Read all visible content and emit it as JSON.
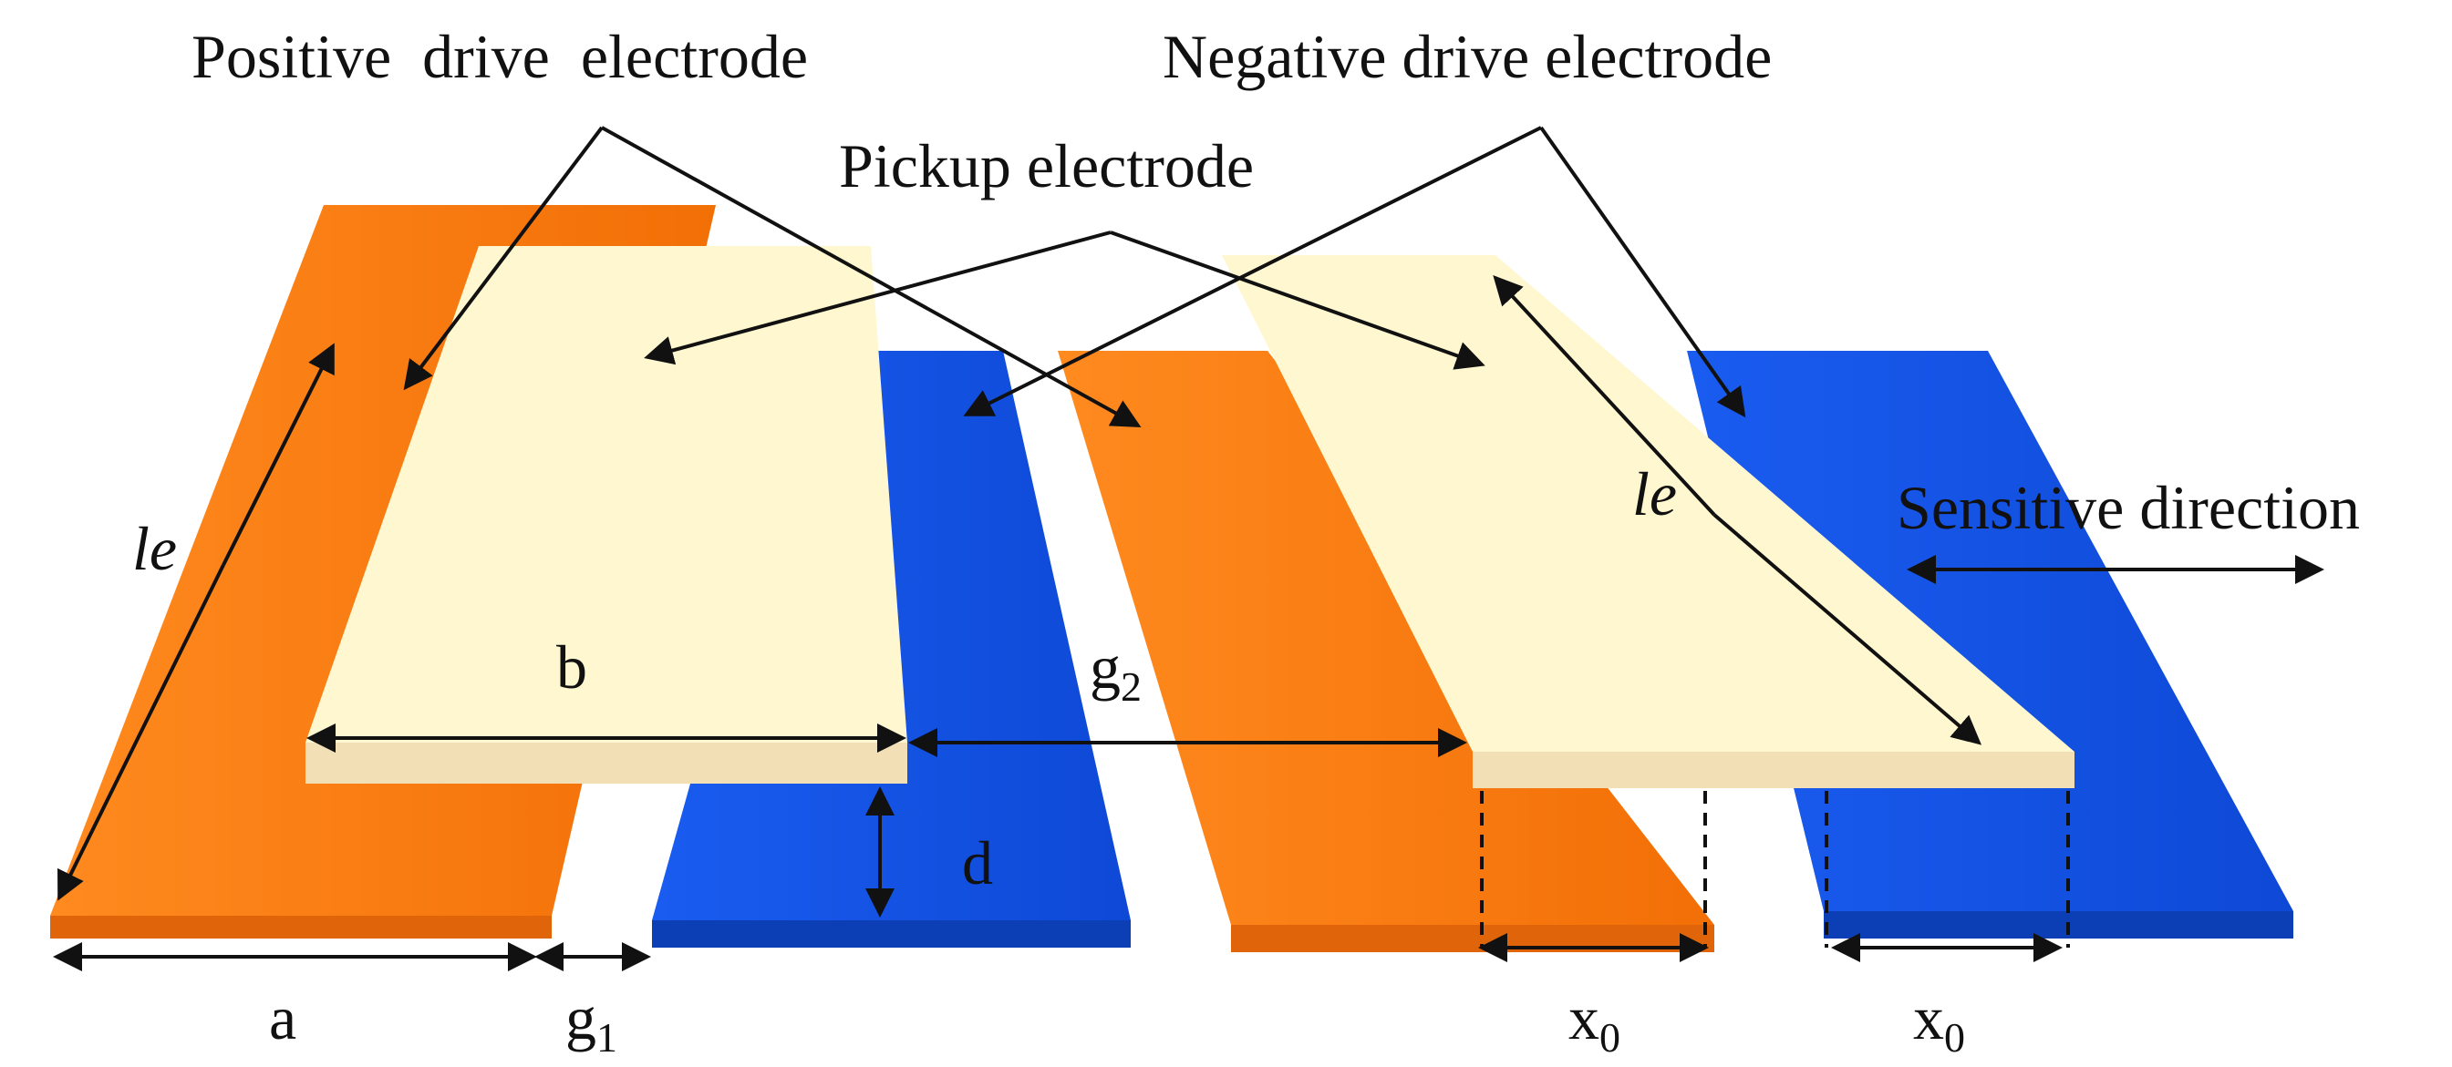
{
  "colors": {
    "positive_drive": "#ff7d12",
    "negative_drive": "#1556e8",
    "pickup": "#fff7cf",
    "pickup_edge": "#f2dfb6",
    "arrow": "#111111"
  },
  "labels": {
    "positive_drive": "Positive  drive  electrode",
    "negative_drive": "Negative drive electrode",
    "pickup": "Pickup electrode",
    "sensitive_direction": "Sensitive direction",
    "le_left": "le",
    "le_right": "le",
    "b": "b",
    "g2_base": "g",
    "g2_sub": "2",
    "d": "d",
    "a": "a",
    "g1_base": "g",
    "g1_sub": "1",
    "x0_left_base": "x",
    "x0_left_sub": "0",
    "x0_right_base": "x",
    "x0_right_sub": "0"
  }
}
